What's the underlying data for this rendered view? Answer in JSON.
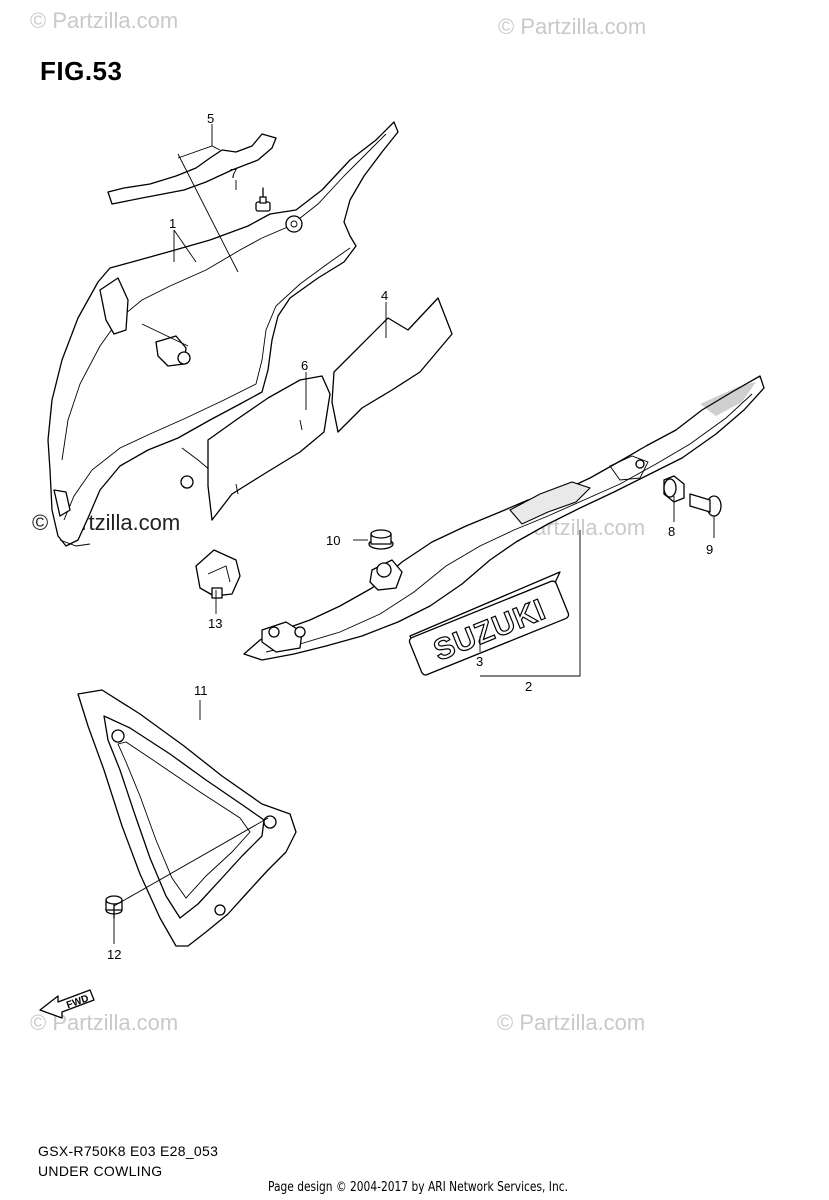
{
  "figure": {
    "title": "FIG.53"
  },
  "watermarks": {
    "top_left": "© Partzilla.com",
    "top_right": "© Partzilla.com",
    "middle_left": "© Partzilla.com",
    "middle_right": "© Partzilla.com",
    "bottom_left": "© Partzilla.com",
    "bottom_right": "© Partzilla.com"
  },
  "callouts": {
    "c1": "1",
    "c2": "2",
    "c3": "3",
    "c4": "4",
    "c5": "5",
    "c6": "6",
    "c7": "7",
    "c8": "8",
    "c9": "9",
    "c10": "10",
    "c11": "11",
    "c12": "12",
    "c13": "13"
  },
  "decal_text": "SUZUKI",
  "fwd_label": "FWD",
  "footer": {
    "model_code": "GSX-R750K8 E03 E28_053",
    "section_title": "UNDER COWLING",
    "credit": "Page design © 2004-2017 by ARI Network Services, Inc."
  }
}
